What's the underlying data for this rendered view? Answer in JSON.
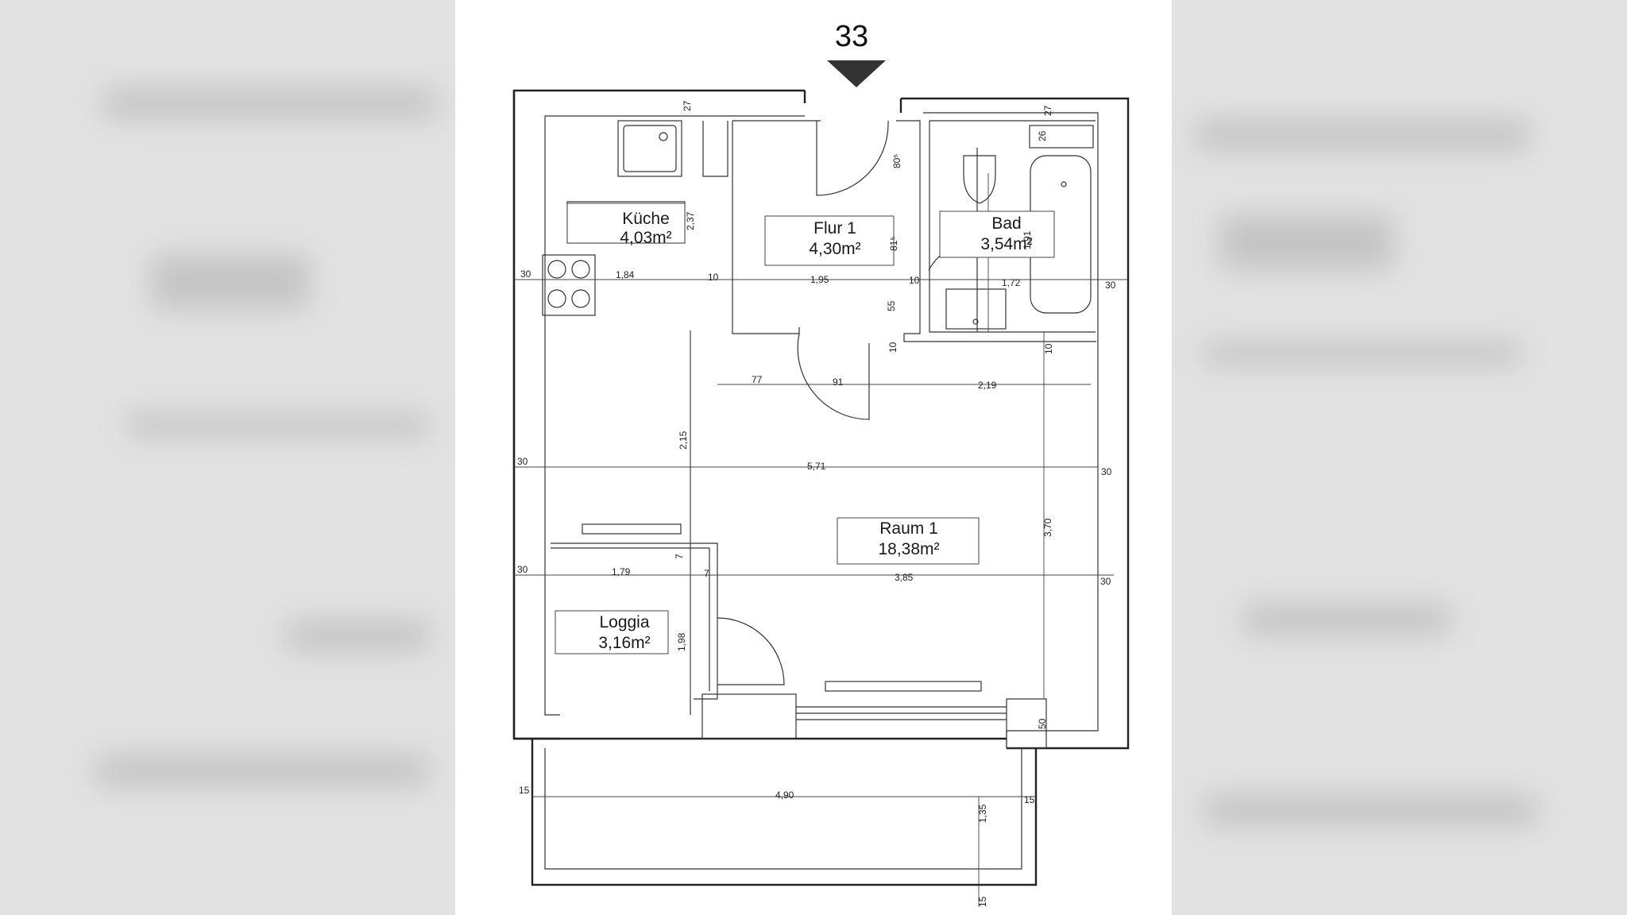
{
  "unit_number": "33",
  "rooms": {
    "kueche": {
      "name": "Küche",
      "area": "4,03m²"
    },
    "flur": {
      "name": "Flur 1",
      "area": "4,30m²"
    },
    "bad": {
      "name": "Bad",
      "area": "3,54m²"
    },
    "raum": {
      "name": "Raum 1",
      "area": "18,38m²"
    },
    "loggia": {
      "name": "Loggia",
      "area": "3,16m²"
    }
  },
  "dimensions": {
    "d27a": "27",
    "d27b": "27",
    "d26": "26",
    "d237": "2,37",
    "d80": "80⁵",
    "d815": "81⁵",
    "d191": "1,91",
    "d30a": "30",
    "d184": "1,84",
    "d10a": "10",
    "d195": "1,95",
    "d10b": "10",
    "d172": "1,72",
    "d30b": "30",
    "d55": "55",
    "d10c": "10",
    "d10d": "10",
    "d77": "77",
    "d91": "91",
    "d219": "2,19",
    "d30c": "30",
    "d571": "5,71",
    "d30d": "30",
    "d215": "2,15",
    "d370": "3,70",
    "d7a": "7",
    "d30e": "30",
    "d179": "1,79",
    "d7b": "7",
    "d385": "3,85",
    "d30f": "30",
    "d198": "1,98",
    "d50": "50",
    "d15a": "15",
    "d490": "4,90",
    "d135": "1,35",
    "d15b": "15",
    "d15c": "15"
  }
}
